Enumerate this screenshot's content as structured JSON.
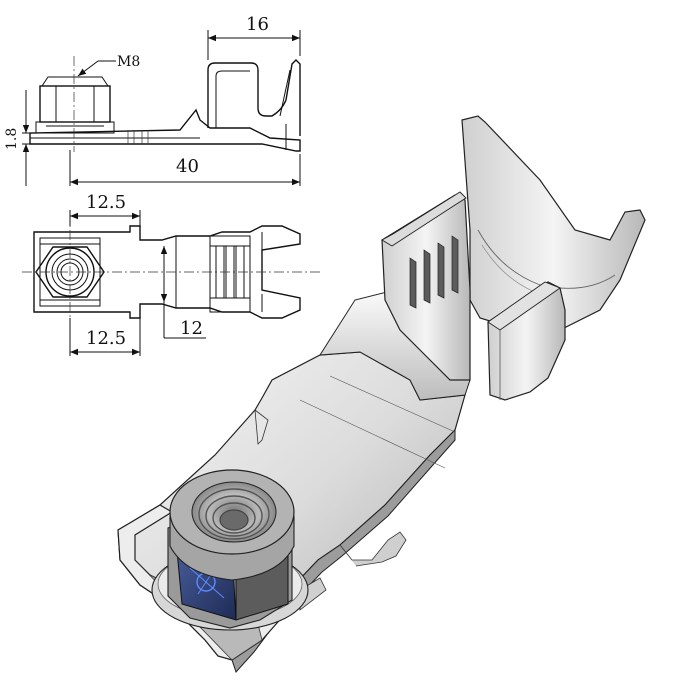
{
  "drawing": {
    "side_view": {
      "thread_label": "M8",
      "overall_length": "40",
      "barrel_length": "16",
      "thickness": "1.8"
    },
    "top_view": {
      "nut_offset_top": "12.5",
      "nut_offset_bottom": "12.5",
      "width": "12"
    }
  },
  "colors": {
    "line": "#111111",
    "metal_light": "#e9e9e9",
    "metal_mid": "#c8c8c8",
    "metal_dark": "#8a8a8a",
    "nut_face": "#3c4f8a",
    "nut_face_dark": "#1e2b55"
  }
}
